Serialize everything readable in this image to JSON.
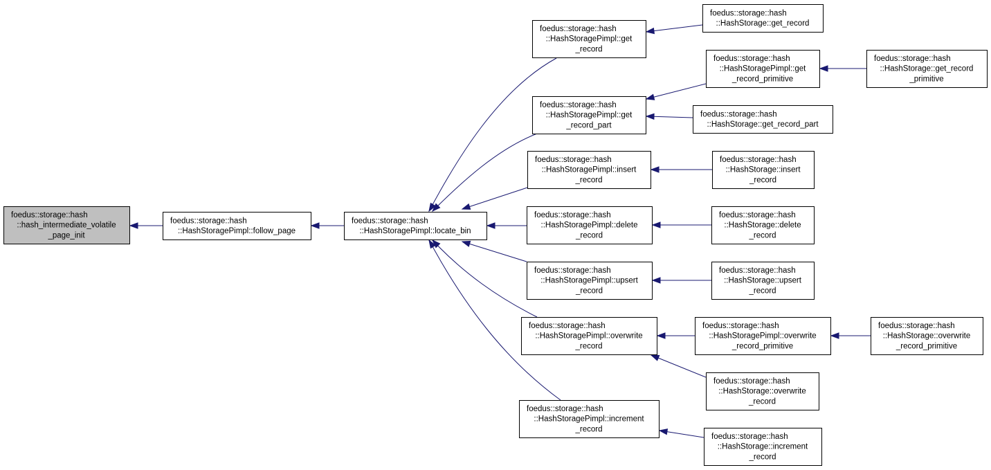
{
  "colors": {
    "edge": "#191970",
    "root_fill": "#bfbfbf",
    "node_fill": "#ffffff",
    "border": "#000000"
  },
  "nodes": [
    {
      "id": "hash_intermediate_volatile_page_init",
      "lines": [
        "foedus::storage::hash",
        "::hash_intermediate_volatile",
        "_page_init"
      ],
      "highlight": true
    },
    {
      "id": "follow_page",
      "lines": [
        "foedus::storage::hash",
        "::HashStoragePimpl::follow_page"
      ]
    },
    {
      "id": "locate_bin",
      "lines": [
        "foedus::storage::hash",
        "::HashStoragePimpl::locate_bin"
      ]
    },
    {
      "id": "pimpl_get_record",
      "lines": [
        "foedus::storage::hash",
        "::HashStoragePimpl::get",
        "_record"
      ]
    },
    {
      "id": "pimpl_get_record_part",
      "lines": [
        "foedus::storage::hash",
        "::HashStoragePimpl::get",
        "_record_part"
      ]
    },
    {
      "id": "pimpl_insert_record",
      "lines": [
        "foedus::storage::hash",
        "::HashStoragePimpl::insert",
        "_record"
      ]
    },
    {
      "id": "pimpl_delete_record",
      "lines": [
        "foedus::storage::hash",
        "::HashStoragePimpl::delete",
        "_record"
      ]
    },
    {
      "id": "pimpl_upsert_record",
      "lines": [
        "foedus::storage::hash",
        "::HashStoragePimpl::upsert",
        "_record"
      ]
    },
    {
      "id": "pimpl_overwrite_record",
      "lines": [
        "foedus::storage::hash",
        "::HashStoragePimpl::overwrite",
        "_record"
      ]
    },
    {
      "id": "pimpl_increment_record",
      "lines": [
        "foedus::storage::hash",
        "::HashStoragePimpl::increment",
        "_record"
      ]
    },
    {
      "id": "hs_get_record",
      "lines": [
        "foedus::storage::hash",
        "::HashStorage::get_record"
      ]
    },
    {
      "id": "pimpl_get_record_primitive",
      "lines": [
        "foedus::storage::hash",
        "::HashStoragePimpl::get",
        "_record_primitive"
      ]
    },
    {
      "id": "hs_get_record_primitive",
      "lines": [
        "foedus::storage::hash",
        "::HashStorage::get_record",
        "_primitive"
      ]
    },
    {
      "id": "hs_get_record_part",
      "lines": [
        "foedus::storage::hash",
        "::HashStorage::get_record_part"
      ]
    },
    {
      "id": "hs_insert_record",
      "lines": [
        "foedus::storage::hash",
        "::HashStorage::insert",
        "_record"
      ]
    },
    {
      "id": "hs_delete_record",
      "lines": [
        "foedus::storage::hash",
        "::HashStorage::delete",
        "_record"
      ]
    },
    {
      "id": "hs_upsert_record",
      "lines": [
        "foedus::storage::hash",
        "::HashStorage::upsert",
        "_record"
      ]
    },
    {
      "id": "pimpl_overwrite_record_primitive",
      "lines": [
        "foedus::storage::hash",
        "::HashStoragePimpl::overwrite",
        "_record_primitive"
      ]
    },
    {
      "id": "hs_overwrite_record_primitive",
      "lines": [
        "foedus::storage::hash",
        "::HashStorage::overwrite",
        "_record_primitive"
      ]
    },
    {
      "id": "hs_overwrite_record",
      "lines": [
        "foedus::storage::hash",
        "::HashStorage::overwrite",
        "_record"
      ]
    },
    {
      "id": "hs_increment_record",
      "lines": [
        "foedus::storage::hash",
        "::HashStorage::increment",
        "_record"
      ]
    }
  ],
  "edges": [
    {
      "from": "follow_page",
      "to": "hash_intermediate_volatile_page_init"
    },
    {
      "from": "locate_bin",
      "to": "follow_page"
    },
    {
      "from": "pimpl_get_record",
      "to": "locate_bin"
    },
    {
      "from": "pimpl_get_record_part",
      "to": "locate_bin"
    },
    {
      "from": "pimpl_insert_record",
      "to": "locate_bin"
    },
    {
      "from": "pimpl_delete_record",
      "to": "locate_bin"
    },
    {
      "from": "pimpl_upsert_record",
      "to": "locate_bin"
    },
    {
      "from": "pimpl_overwrite_record",
      "to": "locate_bin"
    },
    {
      "from": "pimpl_increment_record",
      "to": "locate_bin"
    },
    {
      "from": "hs_get_record",
      "to": "pimpl_get_record"
    },
    {
      "from": "pimpl_get_record_primitive",
      "to": "pimpl_get_record_part"
    },
    {
      "from": "hs_get_record_primitive",
      "to": "pimpl_get_record_primitive"
    },
    {
      "from": "hs_get_record_part",
      "to": "pimpl_get_record_part"
    },
    {
      "from": "hs_insert_record",
      "to": "pimpl_insert_record"
    },
    {
      "from": "hs_delete_record",
      "to": "pimpl_delete_record"
    },
    {
      "from": "hs_upsert_record",
      "to": "pimpl_upsert_record"
    },
    {
      "from": "pimpl_overwrite_record_primitive",
      "to": "pimpl_overwrite_record"
    },
    {
      "from": "hs_overwrite_record_primitive",
      "to": "pimpl_overwrite_record_primitive"
    },
    {
      "from": "hs_overwrite_record",
      "to": "pimpl_overwrite_record"
    },
    {
      "from": "hs_increment_record",
      "to": "pimpl_increment_record"
    }
  ]
}
